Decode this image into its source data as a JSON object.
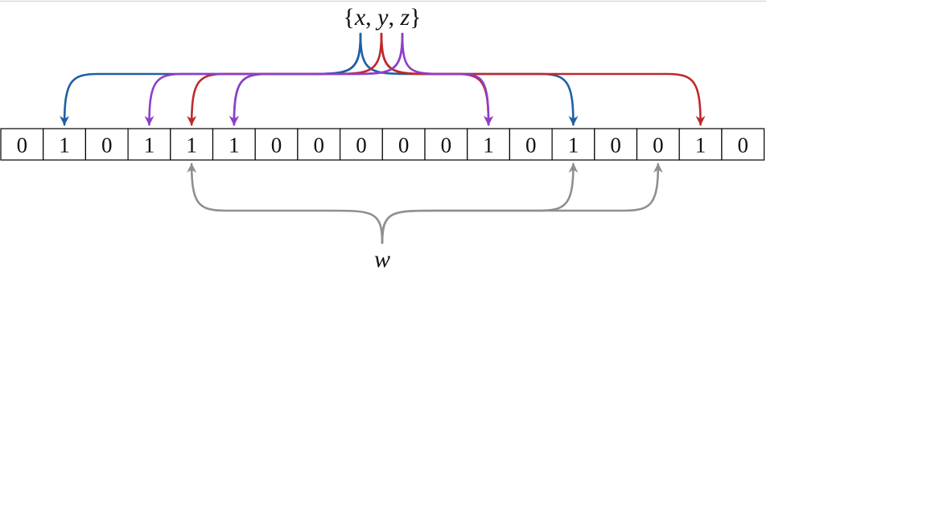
{
  "bit_array": {
    "cells": [
      "0",
      "1",
      "0",
      "1",
      "1",
      "1",
      "0",
      "0",
      "0",
      "0",
      "0",
      "1",
      "0",
      "1",
      "0",
      "0",
      "1",
      "0"
    ]
  },
  "set_label": {
    "open": "{",
    "x": "x",
    "sep1": ", ",
    "y": "y",
    "sep2": ", ",
    "z": "z",
    "close": "}"
  },
  "query_label": "w",
  "mappings": [
    {
      "element": "x",
      "color": "#1f5fa6",
      "targets": [
        1,
        5,
        13
      ]
    },
    {
      "element": "y",
      "color": "#c0282a",
      "targets": [
        4,
        11,
        16
      ]
    },
    {
      "element": "z",
      "color": "#8e3ec8",
      "targets": [
        3,
        5,
        11
      ]
    },
    {
      "element": "w",
      "color": "#8f8f93",
      "targets": [
        4,
        13,
        15
      ]
    }
  ]
}
